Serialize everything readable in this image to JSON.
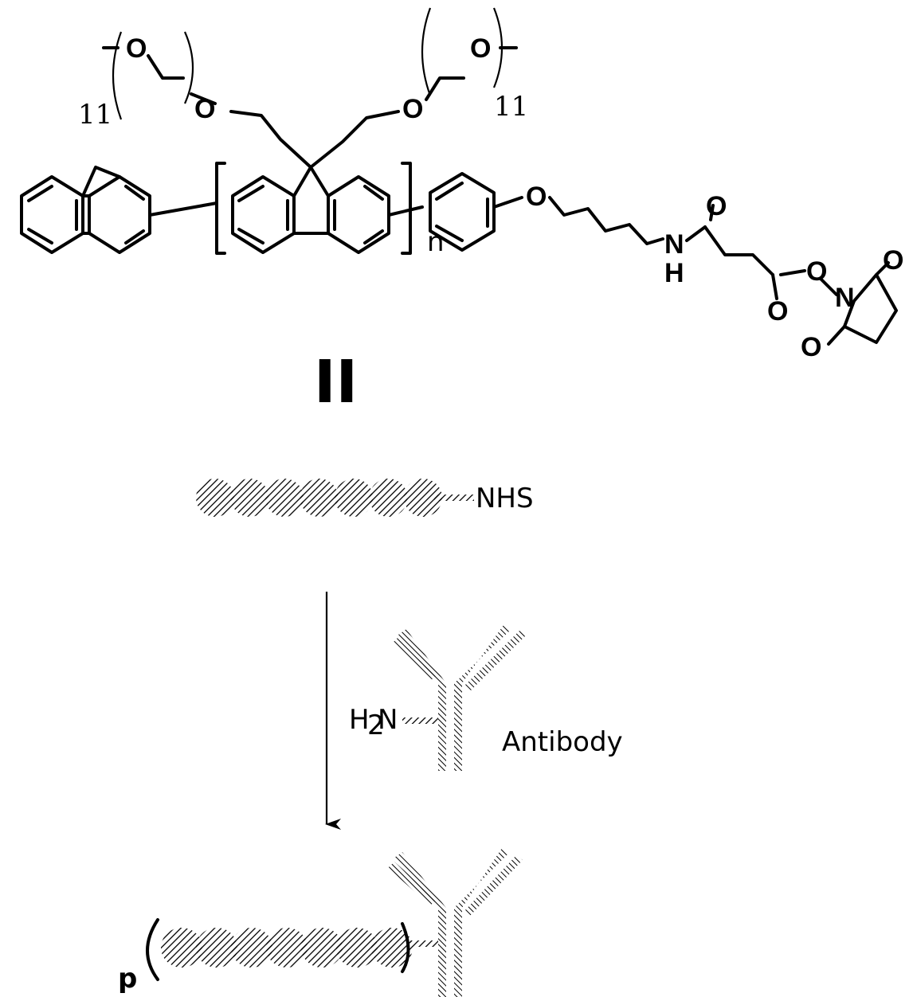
{
  "structure": {
    "compound_label": "II",
    "peg_repeat_left": "11",
    "peg_repeat_right": "11",
    "polymer_repeat": "n",
    "atoms": {
      "oxygen": "O",
      "nitrogen": "N",
      "amide_n": "N",
      "amide_h": "H"
    }
  },
  "scheme": {
    "reactive_group": "NHS",
    "amine_h": "H",
    "amine_sub": "2",
    "amine_n": "N",
    "antibody_label": "Antibody",
    "conjugate_prefix": "p"
  }
}
